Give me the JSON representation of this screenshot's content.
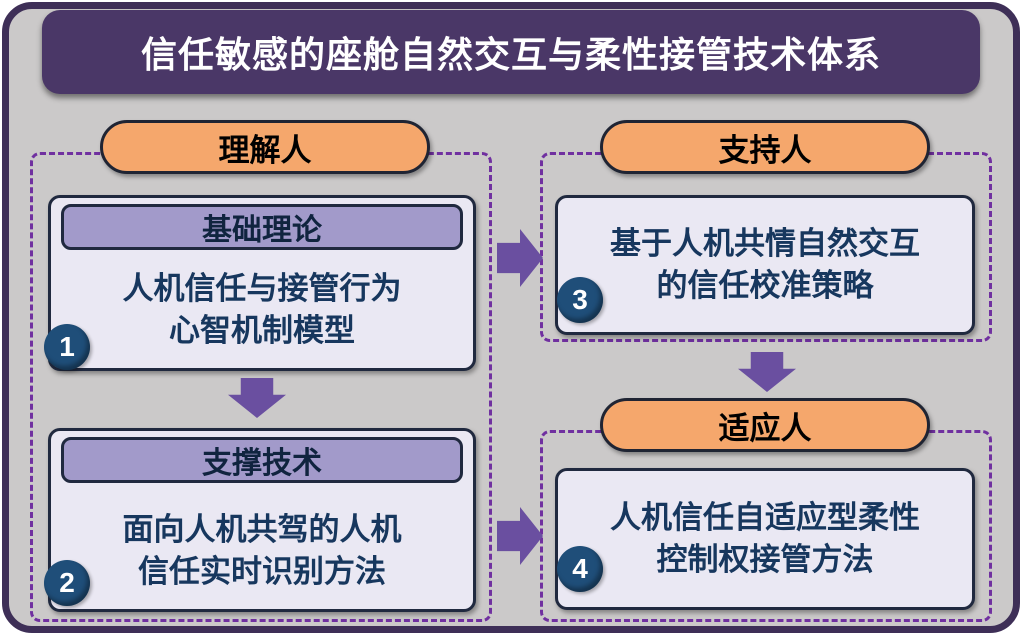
{
  "title": "信任敏感的座舱自然交互与柔性接管技术体系",
  "colors": {
    "banner": "#4a3767",
    "outer_border": "#3e2f57",
    "background": "#cbc9c9",
    "pill": "#f5a76c",
    "dashed_border": "#7030a0",
    "box_header": "#a29aca",
    "box_body": "#eae8f3",
    "number_circle": "#1f4e79",
    "arrow": "#6a4fa0",
    "body_text": "#17375e"
  },
  "left_group": {
    "label": "理解人",
    "boxes": [
      {
        "number": "1",
        "header": "基础理论",
        "line1": "人机信任与接管行为",
        "line2": "心智机制模型"
      },
      {
        "number": "2",
        "header": "支撑技术",
        "line1": "面向人机共驾的人机",
        "line2": "信任实时识别方法"
      }
    ]
  },
  "right_groups": [
    {
      "label": "支持人",
      "number": "3",
      "line1": "基于人机共情自然交互",
      "line2": "的信任校准策略"
    },
    {
      "label": "适应人",
      "number": "4",
      "line1": "人机信任自适应型柔性",
      "line2": "控制权接管方法"
    }
  ]
}
